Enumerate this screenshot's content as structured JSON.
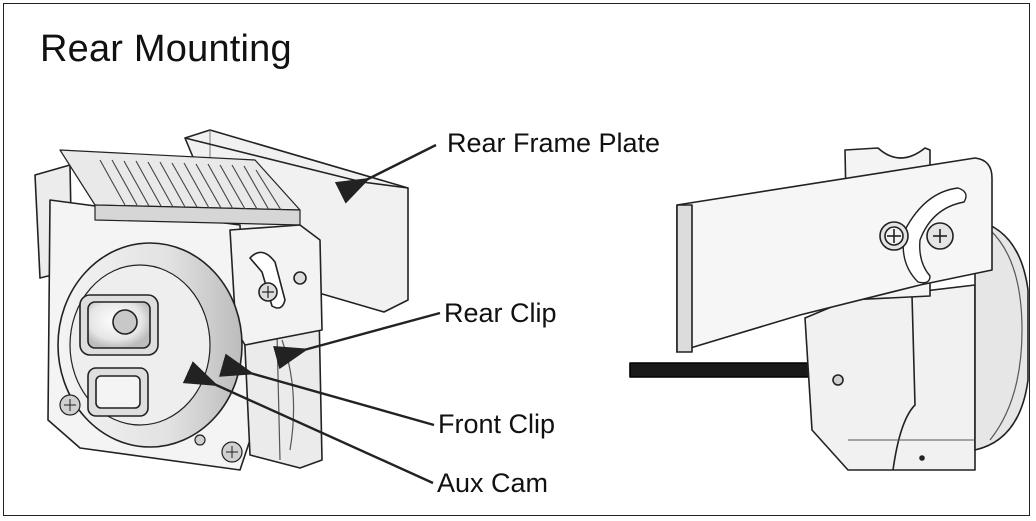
{
  "title": "Rear Mounting",
  "labels": {
    "rear_frame_plate": "Rear Frame Plate",
    "rear_clip": "Rear Clip",
    "front_clip": "Front Clip",
    "aux_cam": "Aux Cam"
  },
  "colors": {
    "line": "#222222",
    "fill_light": "#f2f2f2",
    "fill_mid": "#d9d9d9",
    "fill_dark": "#9a9a9a"
  }
}
